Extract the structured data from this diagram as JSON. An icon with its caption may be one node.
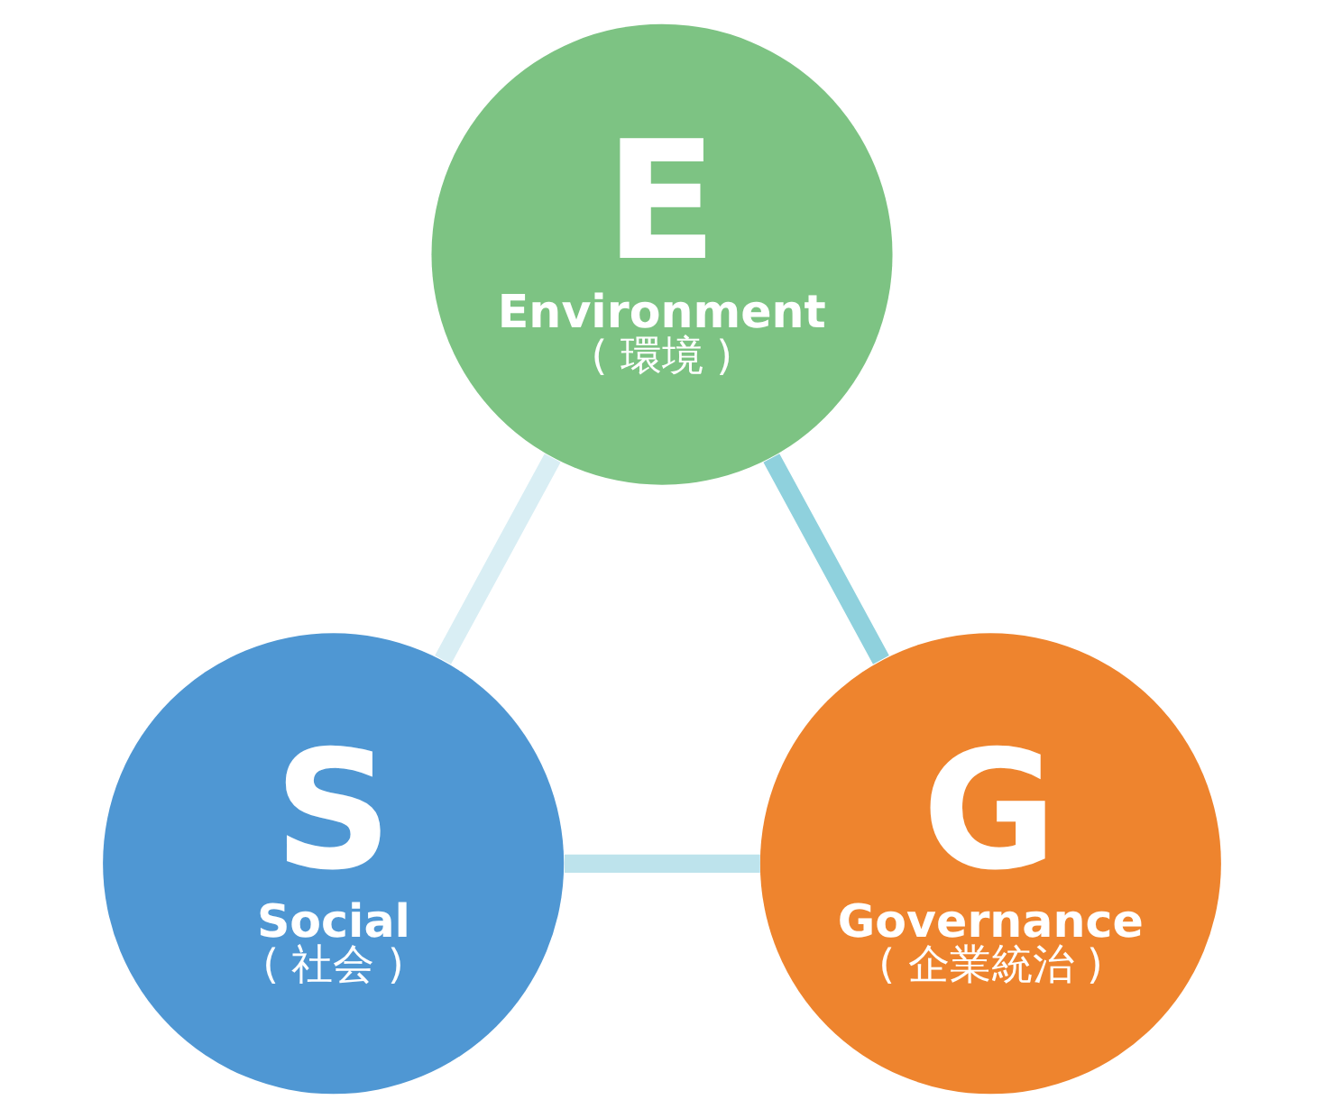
{
  "diagram": {
    "nodes": [
      {
        "text": [
          "E",
          "Environment",
          "( 環境 )"
        ]
      },
      {
        "text": [
          "S",
          "Social",
          "( 社会 )"
        ]
      },
      {
        "text": [
          "G",
          "Governance",
          "( 企業統治 )"
        ]
      }
    ],
    "edges": [
      {
        "from": 0,
        "to": 2,
        "arrow": "none",
        "color": "#8fd1dd"
      },
      {
        "from": 1,
        "to": 2,
        "arrow": "none",
        "color": "#bde3ec"
      },
      {
        "from": 1,
        "to": 0,
        "arrow": "none",
        "color": "#d9eef4"
      }
    ]
  }
}
